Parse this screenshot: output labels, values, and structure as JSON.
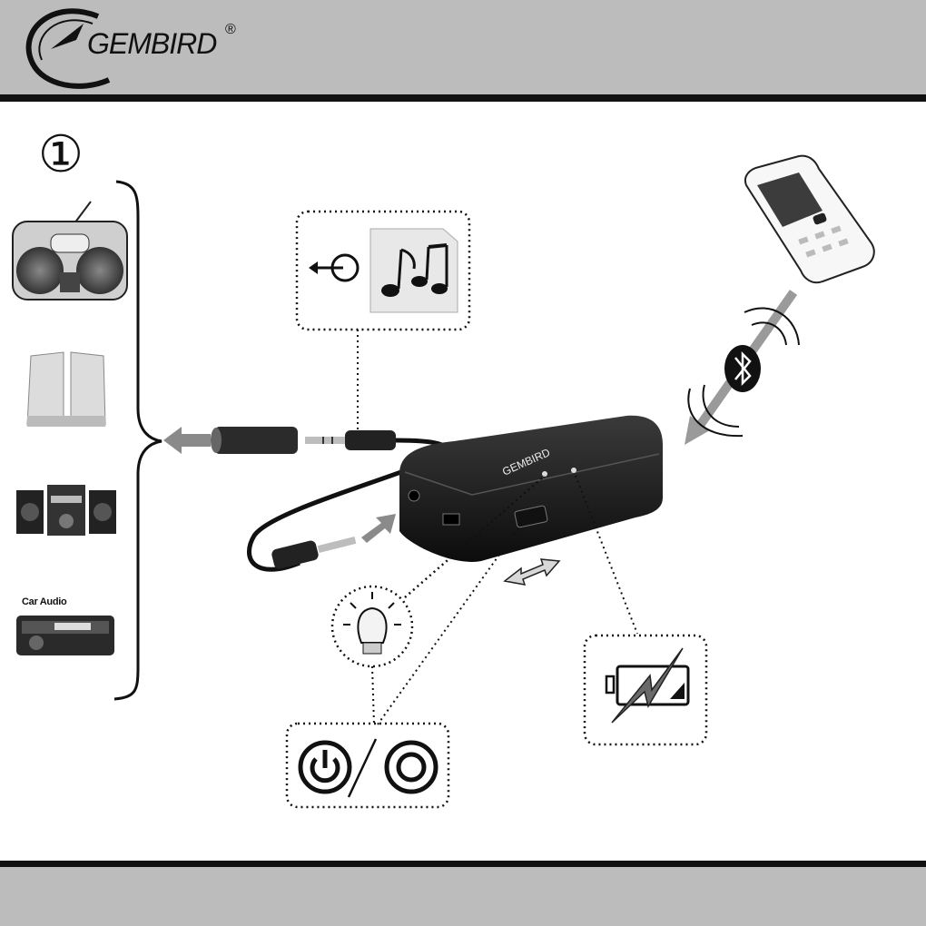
{
  "header": {
    "brand": "GEMBIRD",
    "registered_mark": "®"
  },
  "step": {
    "number": "①"
  },
  "devices": {
    "car_audio_label": "Car Audio",
    "items": [
      "boombox-icon",
      "speakers-icon",
      "hifi-system-icon",
      "car-audio-icon"
    ]
  },
  "device_label": "GEMBIRD",
  "colors": {
    "header_bg": "#bcbcbc",
    "rule": "#111111",
    "arrow": "#8a8a8a",
    "device": "#1b1b1b"
  }
}
